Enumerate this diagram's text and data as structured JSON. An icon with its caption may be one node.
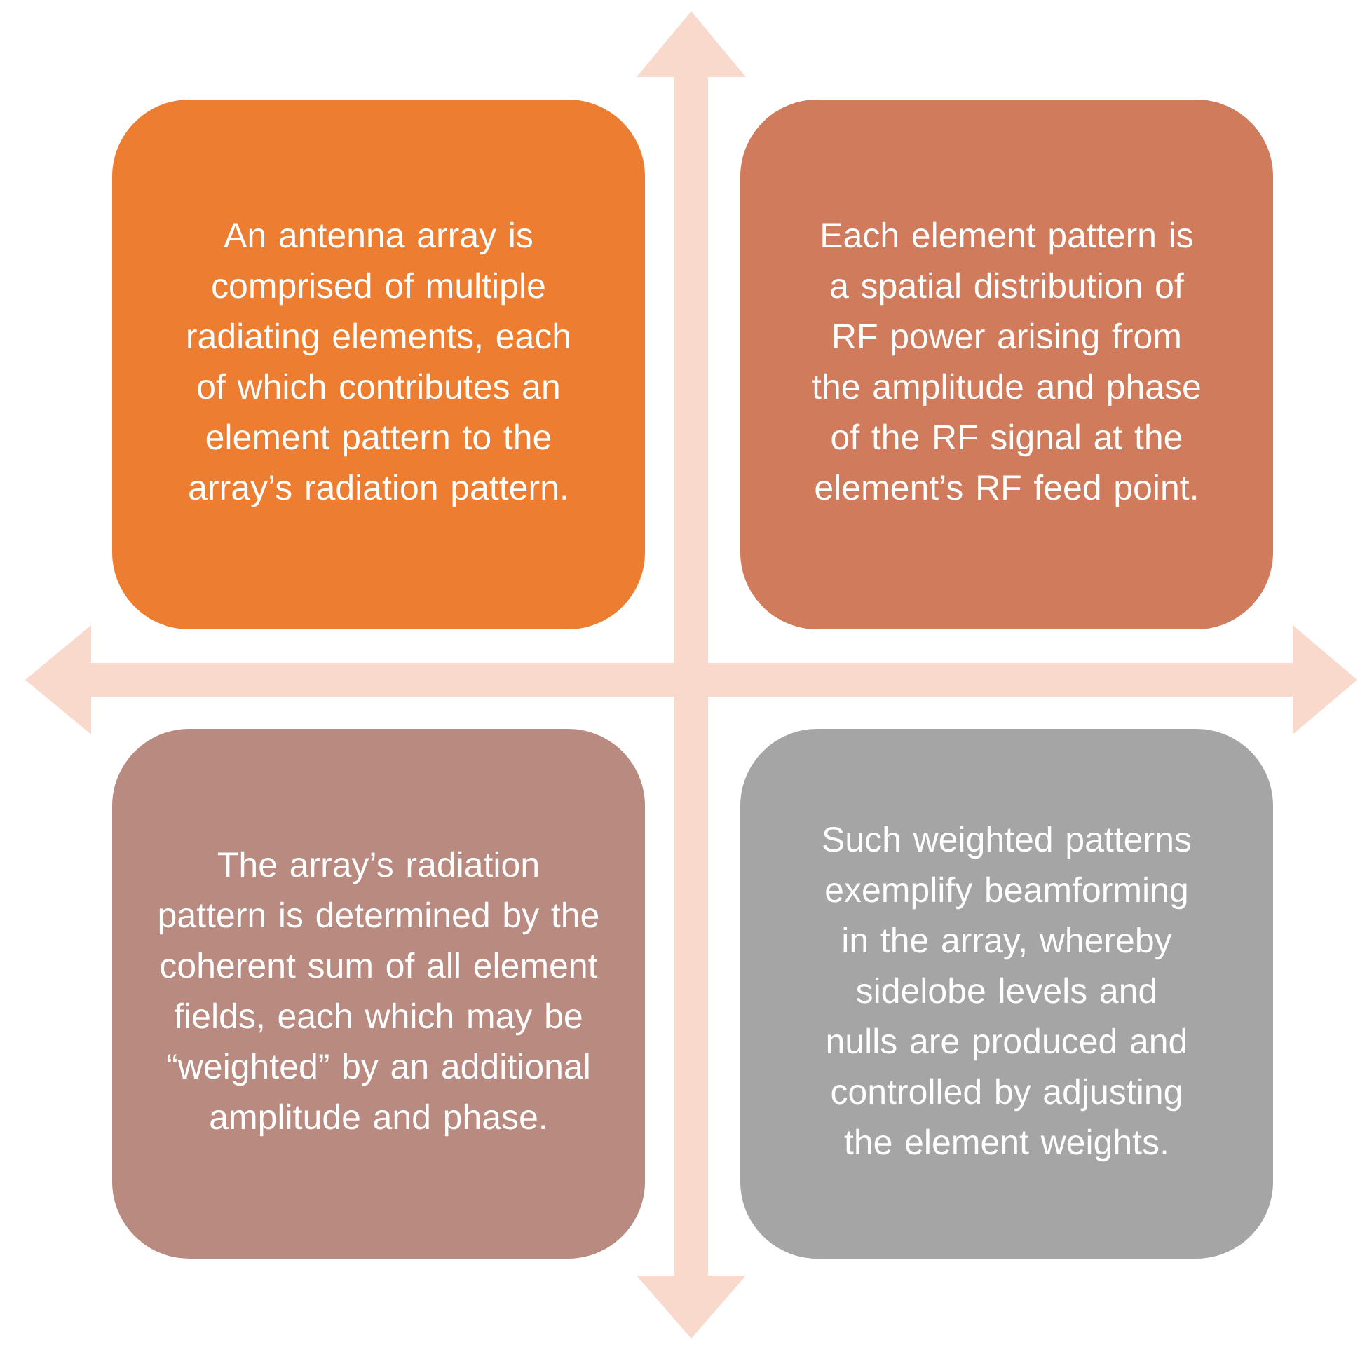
{
  "diagram": {
    "nodes": [
      {
        "text": [
          "An antenna array is comprised of multiple radiating elements, each of which contributes an element pattern to the array’s radiation pattern."
        ]
      },
      {
        "text": [
          "Each element pattern is a spatial distribution of RF power arising from the amplitude and phase of the RF signal at the element’s RF feed point."
        ]
      },
      {
        "text": [
          "The array’s radiation pattern is determined by the coherent sum of all element fields, each which may be “weighted” by an additional amplitude and phase."
        ]
      },
      {
        "text": [
          "Such weighted patterns exemplify beamforming in the array, whereby sidelobe levels and nulls are produced and controlled by adjusting the element weights."
        ]
      }
    ]
  }
}
